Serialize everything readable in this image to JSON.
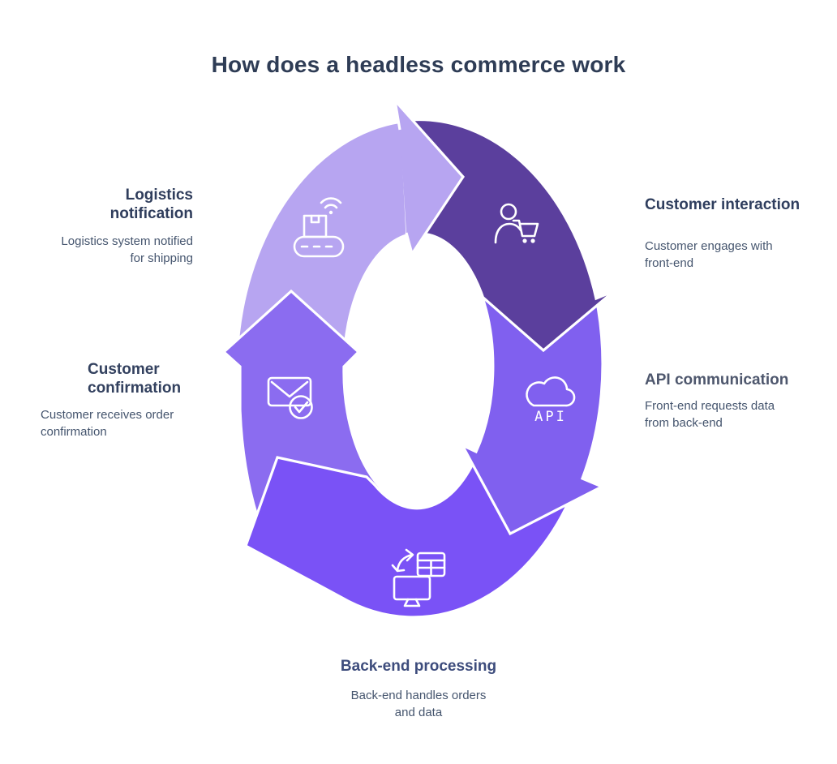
{
  "title": "How does a headless commerce work",
  "colors": {
    "title": "#2e3c55",
    "body_text": "#45556e",
    "outline": "#ffffff"
  },
  "steps": [
    {
      "id": "customer-interaction",
      "title": "Customer interaction",
      "description": "Customer engages with front-end",
      "color": "#5b3f9d",
      "title_color": "#2f3e5e",
      "icon": "person-with-cart-icon"
    },
    {
      "id": "api-communication",
      "title": "API communication",
      "description": "Front-end requests data from back-end",
      "color": "#8060ef",
      "title_color": "#4e576d",
      "icon": "api-cloud-icon",
      "icon_text": "API"
    },
    {
      "id": "back-end-processing",
      "title": "Back-end processing",
      "description": "Back-end handles orders and data",
      "color": "#7a52f6",
      "title_color": "#3d4c7c",
      "icon": "monitor-database-sync-icon"
    },
    {
      "id": "customer-confirmation",
      "title": "Customer confirmation",
      "description": "Customer receives order confirmation",
      "color": "#8b6cf0",
      "title_color": "#33415f",
      "icon": "email-check-icon"
    },
    {
      "id": "logistics-notification",
      "title": "Logistics notification",
      "description": "Logistics system notified for shipping",
      "color": "#b7a5f1",
      "title_color": "#2f3d5c",
      "icon": "conveyor-wifi-icon"
    }
  ]
}
